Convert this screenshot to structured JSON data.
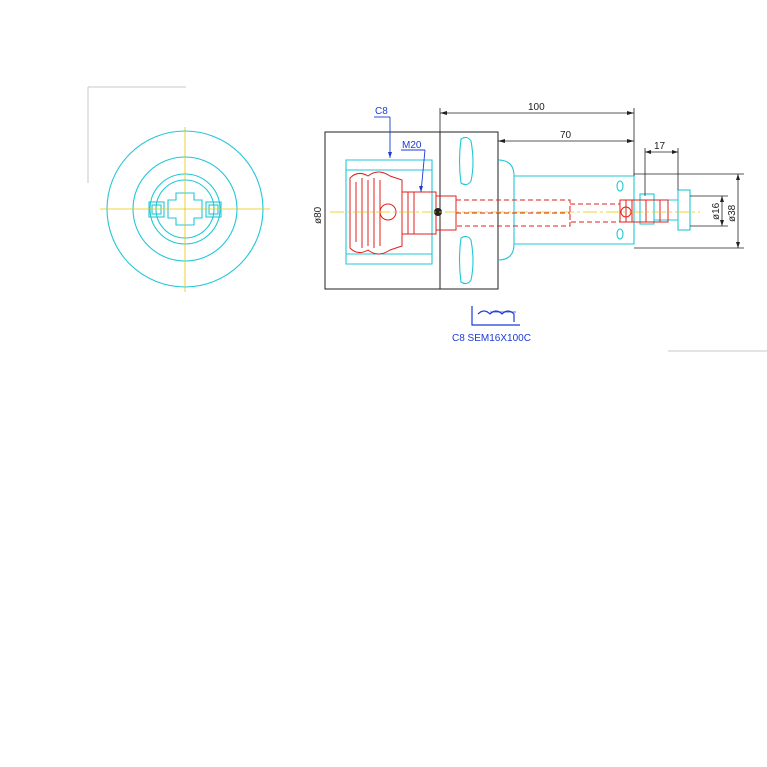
{
  "dimensions": {
    "length_overall": "100",
    "length_shank": "70",
    "length_tip": "17",
    "diameter_body": "ø80",
    "diameter_tip": "ø16",
    "diameter_neck": "ø38"
  },
  "callouts": {
    "collet": "C8",
    "thread": "M20"
  },
  "caption": {
    "part_code": "C8  SEM16X100C"
  },
  "colors": {
    "outline_cyan": "#22c7d6",
    "part_red": "#e0221e",
    "centerline_yellow": "#e6c700",
    "dimension_black": "#222222",
    "callout_blue": "#1a3bd6",
    "border_gray": "#c8c8c8"
  }
}
